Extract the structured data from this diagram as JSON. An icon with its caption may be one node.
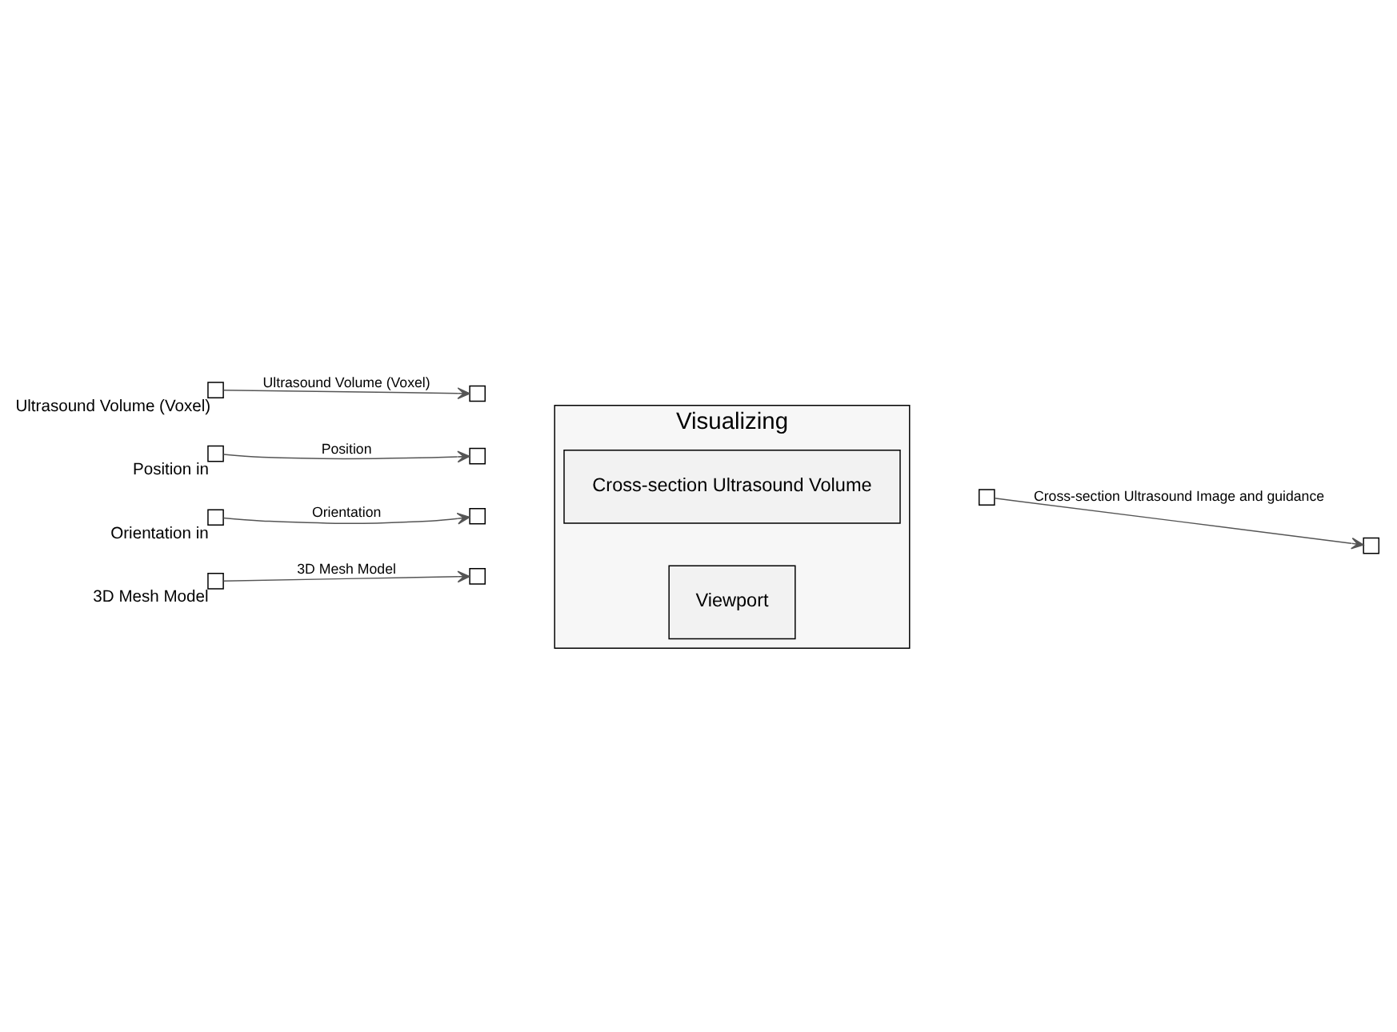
{
  "diagram": {
    "nodes": [
      {
        "text": [
          "Visualizing"
        ]
      },
      {
        "text": [
          "Cross-section Ultrasound Volume"
        ],
        "in": 0
      },
      {
        "text": [
          "Viewport"
        ],
        "in": 0
      },
      {
        "text": [],
        "shape": "box",
        "beside": [
          "Ultrasound Volume (Voxel)"
        ]
      },
      {
        "text": [],
        "shape": "box",
        "beside": [
          "Position in"
        ]
      },
      {
        "text": [],
        "shape": "box",
        "beside": [
          "Orientation in"
        ]
      },
      {
        "text": [],
        "shape": "box",
        "beside": [
          "3D Mesh Model"
        ]
      },
      {
        "text": [],
        "shape": "box"
      },
      {
        "text": [],
        "shape": "box"
      },
      {
        "text": [],
        "shape": "box"
      },
      {
        "text": [],
        "shape": "box"
      },
      {
        "text": [],
        "shape": "box"
      },
      {
        "text": [],
        "shape": "box"
      }
    ],
    "edges": [
      {
        "from": 3,
        "to": 7,
        "arrow": "to",
        "label": "Ultrasound Volume (Voxel)"
      },
      {
        "from": 4,
        "to": 8,
        "arrow": "to",
        "label": "Position"
      },
      {
        "from": 5,
        "to": 9,
        "arrow": "to",
        "label": "Orientation"
      },
      {
        "from": 6,
        "to": 10,
        "arrow": "to",
        "label": "3D Mesh Model"
      },
      {
        "from": 11,
        "to": 12,
        "arrow": "to",
        "label": "Cross-section Ultrasound Image and guidance"
      }
    ]
  }
}
